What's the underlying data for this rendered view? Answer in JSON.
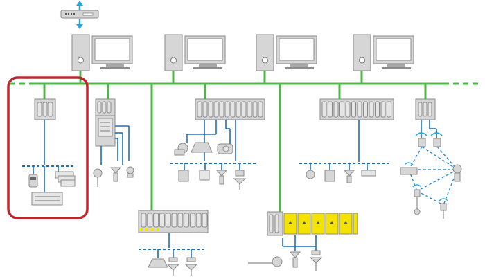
{
  "colors": {
    "ethernet": "#4db848",
    "fieldbus": "#1f6fb5",
    "wireless": "#2a8fd0",
    "device": "#a8a8a8",
    "highlight": "#c0262d",
    "module_accent": "#f4e200",
    "arrow": "#29a8e0"
  },
  "icons": {
    "gateway": "router-with-up-down-arrows",
    "workstation": "desktop-computer",
    "remote_io": "remote-io-rack",
    "controller": "io-cabinet",
    "instrument": "field-instrument",
    "valve": "control-valve",
    "wireless": "wireless-signal"
  }
}
